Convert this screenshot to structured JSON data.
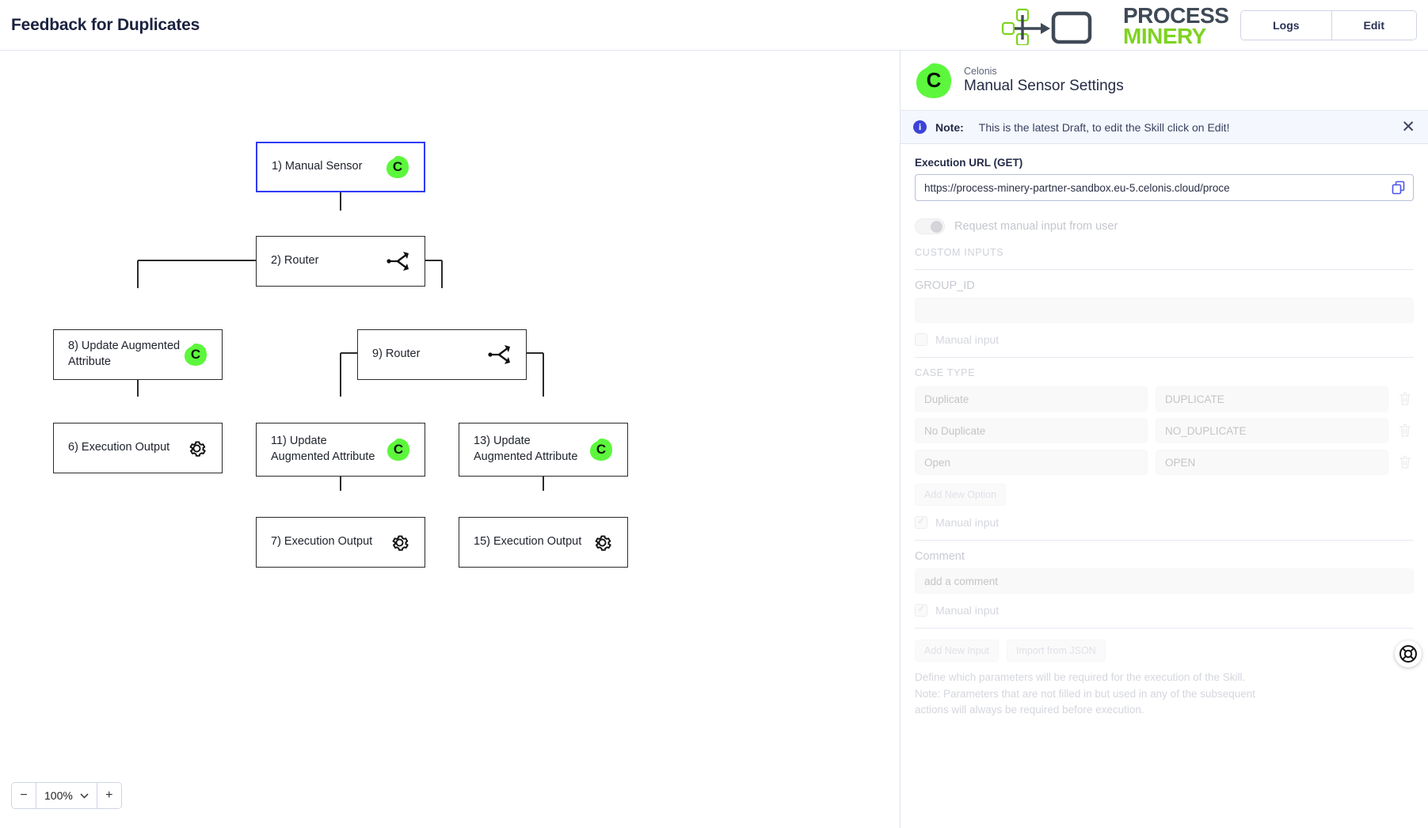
{
  "header": {
    "title": "Feedback for Duplicates",
    "logo_process": "PROCESS",
    "logo_minery": "MINERY",
    "logs_label": "Logs",
    "edit_label": "Edit"
  },
  "canvas": {
    "zoom": {
      "minus": "−",
      "value": "100%",
      "plus": "+"
    },
    "nodes": [
      {
        "id": "n1",
        "label": "1) Manual Sensor",
        "icon": "celonis-c",
        "selected": true
      },
      {
        "id": "n2",
        "label": "2) Router",
        "icon": "router",
        "selected": false
      },
      {
        "id": "n8",
        "label": "8) Update Augmented\nAttribute",
        "icon": "celonis-c",
        "selected": false
      },
      {
        "id": "n9",
        "label": "9) Router",
        "icon": "router",
        "selected": false
      },
      {
        "id": "n6",
        "label": "6) Execution Output",
        "icon": "gear",
        "selected": false
      },
      {
        "id": "n11",
        "label": "11) Update\nAugmented Attribute",
        "icon": "celonis-c",
        "selected": false
      },
      {
        "id": "n13",
        "label": "13) Update\nAugmented Attribute",
        "icon": "celonis-c",
        "selected": false
      },
      {
        "id": "n7",
        "label": "7) Execution Output",
        "icon": "gear",
        "selected": false
      },
      {
        "id": "n15",
        "label": "15) Execution Output",
        "icon": "gear",
        "selected": false
      }
    ]
  },
  "panel": {
    "avatar_letter": "C",
    "subtitle": "Celonis",
    "title": "Manual Sensor Settings",
    "note": {
      "icon_letter": "i",
      "strong": "Note:",
      "text": "This is the latest Draft, to edit the Skill click on Edit!",
      "close": "✕"
    },
    "execution_url_label": "Execution URL (GET)",
    "execution_url_value": "https://process-minery-partner-sandbox.eu-5.celonis.cloud/proce",
    "request_manual_input_label": "Request manual input from user",
    "custom_inputs_caption": "CUSTOM INPUTS",
    "group_id": {
      "name": "GROUP_ID",
      "value": "",
      "manual_input_label": "Manual input",
      "manual_input_checked": false
    },
    "case_type": {
      "caption": "CASE TYPE",
      "options": [
        {
          "display": "Duplicate",
          "value": "DUPLICATE"
        },
        {
          "display": "No Duplicate",
          "value": "NO_DUPLICATE"
        },
        {
          "display": "Open",
          "value": "OPEN"
        }
      ],
      "add_new_option_label": "Add New Option",
      "manual_input_label": "Manual input",
      "manual_input_checked": true
    },
    "comment": {
      "name": "Comment",
      "placeholder": "add a comment",
      "manual_input_label": "Manual input",
      "manual_input_checked": true
    },
    "add_new_input_label": "Add New Input",
    "import_from_json_label": "Import from JSON",
    "footer_note": "Define which parameters will be required for the execution of the Skill.\nNote: Parameters that are not filled in but used in any of the subsequent\nactions will always be required before execution."
  },
  "colors": {
    "accent_blue": "#2f3bf5",
    "celonis_green": "#5cf73c",
    "brand_green": "#7ed321",
    "brand_dark": "#3f4a56"
  }
}
